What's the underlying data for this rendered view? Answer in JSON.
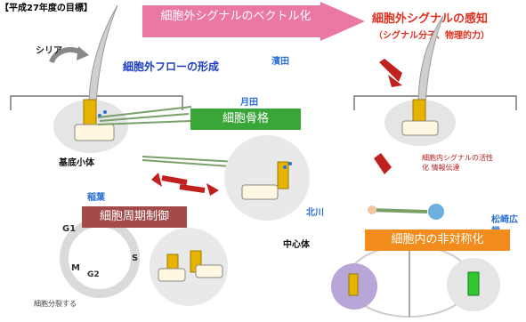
{
  "header": {
    "label": "【平成27年度の目標】"
  },
  "arrow_banner": {
    "text": "細胞外シグナルのベクトル化"
  },
  "sensing": {
    "title": "細胞外シグナルの感知",
    "subtitle": "（シグナル分子、物理的力）"
  },
  "labels": {
    "cilia": "シリア",
    "flow": "細胞外フローの形成",
    "basal_body": "基底小体",
    "centrosome": "中心体",
    "intracellular": "細胞内シグナルの活性化 情報伝達"
  },
  "researchers": {
    "top": "濱田",
    "tsukida": "月田",
    "tanaka": "稲葉",
    "kita": "北川",
    "matsu": "松崎広常"
  },
  "boxes": {
    "cytoskeleton": "細胞骨格",
    "cell_cycle": "細胞周期制御",
    "asymmetry": "細胞内の非対称化"
  },
  "cell_cycle_phases": {
    "g1": "G1",
    "s": "S",
    "m": "M",
    "g2": "G2"
  },
  "bottom_caption": "細胞分裂する",
  "colors": {
    "pink_arrow": "#e8689a",
    "red_title": "#e0301e",
    "blue_label": "#1c3cc8",
    "green_box": "#3aa63a",
    "brown_box": "#a34a4a",
    "orange_box": "#f28c1c",
    "centriole_gold": "#e6b400"
  }
}
